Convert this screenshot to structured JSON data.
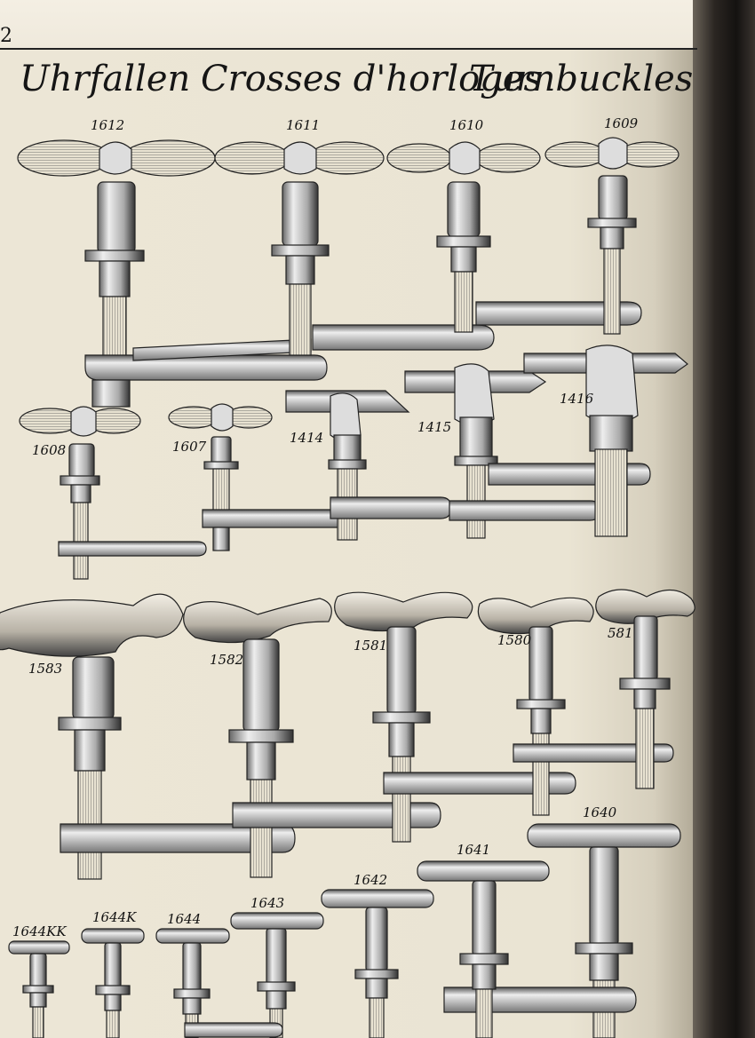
{
  "page": {
    "number": "2"
  },
  "headings": {
    "german": "Uhrfallen",
    "french": "Crosses d'horloges",
    "english": "Turnbuckles"
  },
  "items": {
    "i1612": "1612",
    "i1611": "1611",
    "i1610": "1610",
    "i1609": "1609",
    "i1608": "1608",
    "i1607": "1607",
    "i1414": "1414",
    "i1415": "1415",
    "i1416": "1416",
    "i1583": "1583",
    "i1582": "1582",
    "i1581": "1581",
    "i1580": "1580",
    "i581": "581",
    "i1640": "1640",
    "i1641": "1641",
    "i1642": "1642",
    "i1643": "1643",
    "i1644": "1644",
    "i1644K": "1644K",
    "i1644KK": "1644KK"
  },
  "colors": {
    "paper": "#ece6d6",
    "ink": "#151515",
    "spine": "#1c1916"
  }
}
